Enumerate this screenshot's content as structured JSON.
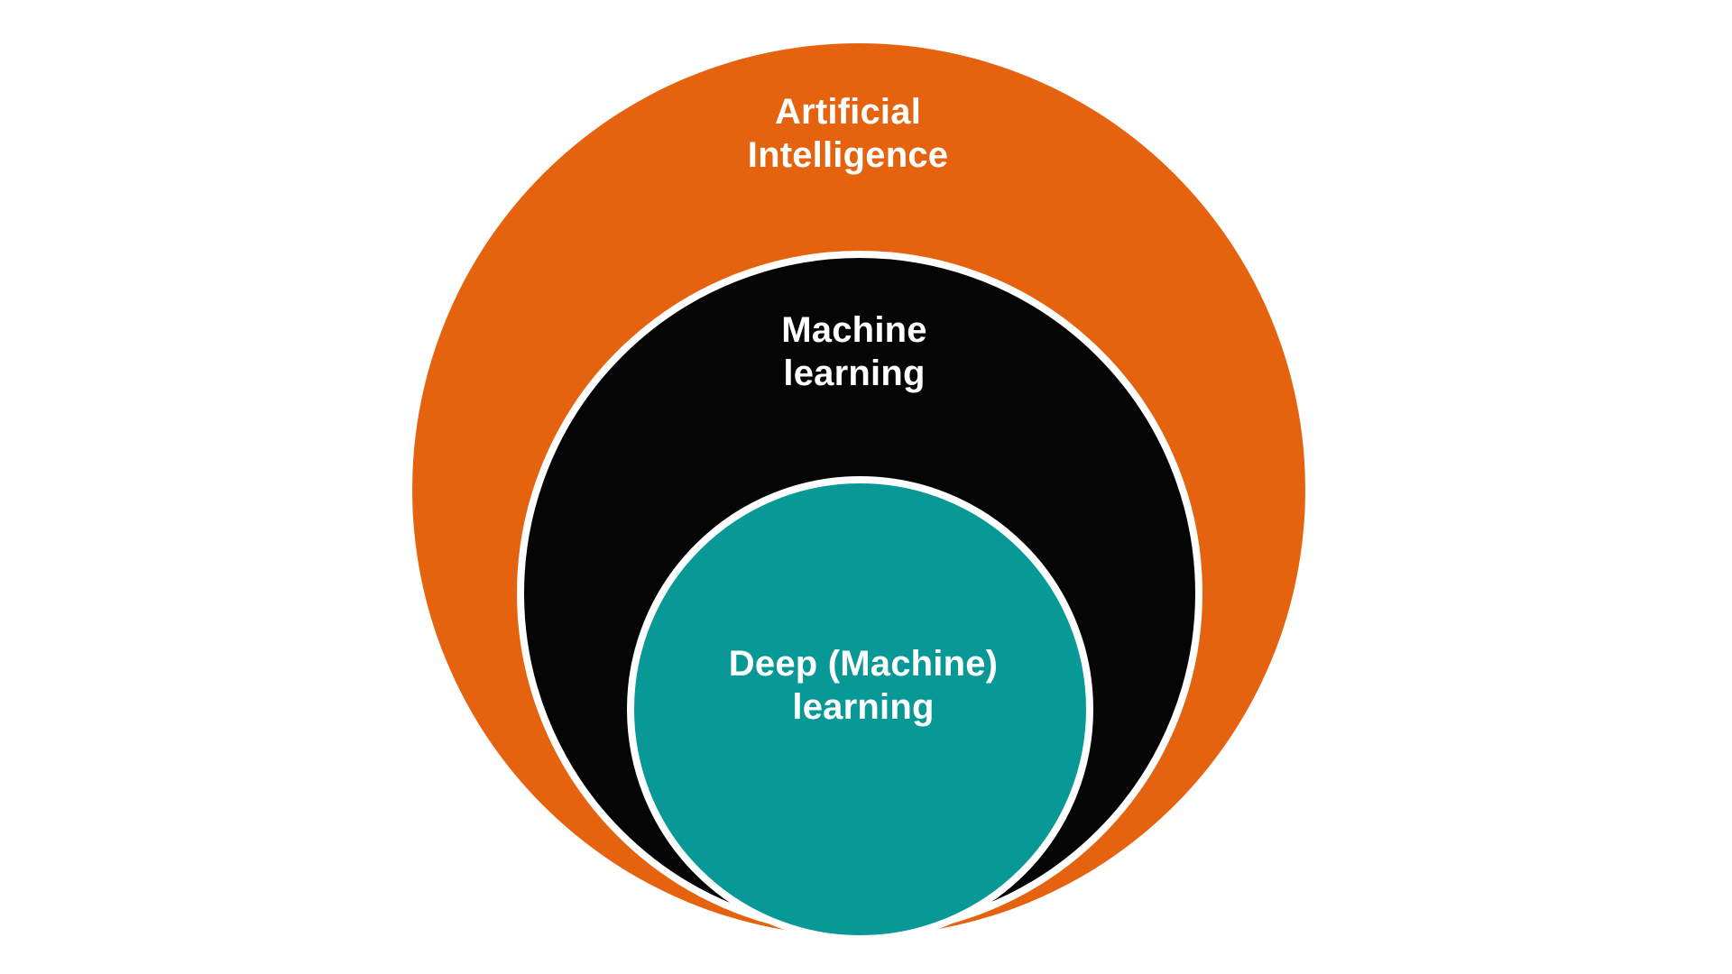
{
  "diagram": {
    "title_implied": "Nested relationship of AI, Machine Learning and Deep Learning",
    "background_color": "#FFFFFF",
    "ring_color": "#FFFFFF",
    "text_color": "#FFFFFF",
    "circles": {
      "ai": {
        "label": "Artificial\nIntelligence",
        "color": "#E5630F"
      },
      "ml": {
        "label": "Machine\nlearning",
        "color": "#050505"
      },
      "dl": {
        "label": "Deep (Machine)\nlearning",
        "color": "#089996"
      }
    }
  }
}
